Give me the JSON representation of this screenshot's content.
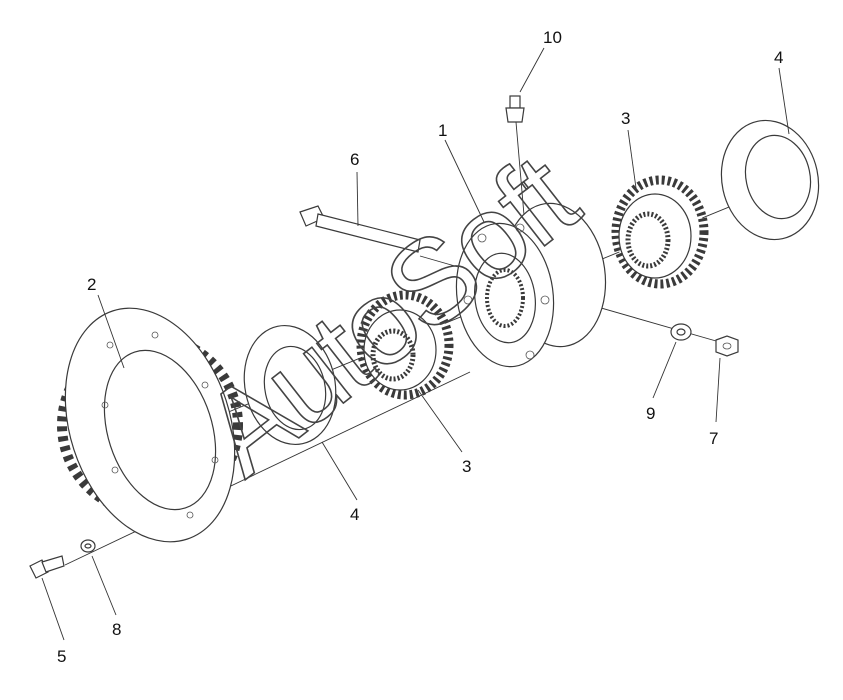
{
  "callouts": {
    "c1": "1",
    "c2": "2",
    "c3a": "3",
    "c3b": "3",
    "c4a": "4",
    "c4b": "4",
    "c5": "5",
    "c6": "6",
    "c7": "7",
    "c8": "8",
    "c9": "9",
    "c10": "10"
  },
  "watermark": "AutoSoft",
  "colors": {
    "line": "#3a3a3a",
    "text": "#111111",
    "background": "#ffffff"
  }
}
